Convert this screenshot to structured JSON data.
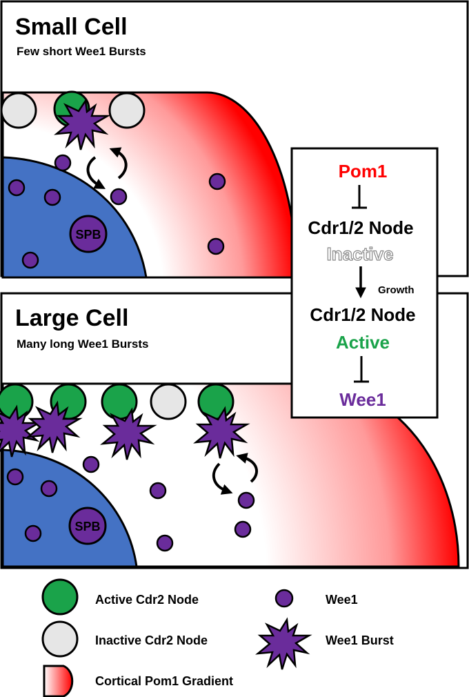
{
  "small_cell": {
    "title": "Small Cell",
    "subtitle": "Few short Wee1 Bursts",
    "spb_label": "SPB"
  },
  "large_cell": {
    "title": "Large Cell",
    "subtitle": "Many long Wee1 Bursts",
    "spb_label": "SPB"
  },
  "pathway": {
    "pom1": "Pom1",
    "node_inactive_label": "Cdr1/2 Node",
    "inactive": "Inactive",
    "growth": "Growth",
    "node_active_label": "Cdr1/2 Node",
    "active": "Active",
    "wee1": "Wee1"
  },
  "legend": {
    "active_node": "Active Cdr2 Node",
    "inactive_node": "Inactive Cdr2 Node",
    "gradient": "Cortical Pom1 Gradient",
    "wee1": "Wee1",
    "wee1_burst": "Wee1 Burst"
  },
  "colors": {
    "pom1_red": "#ff0000",
    "active_green": "#1aa34a",
    "inactive_gray": "#e6e6e6",
    "wee1_purple": "#6a2c9b",
    "nucleus_blue": "#4472c4"
  }
}
